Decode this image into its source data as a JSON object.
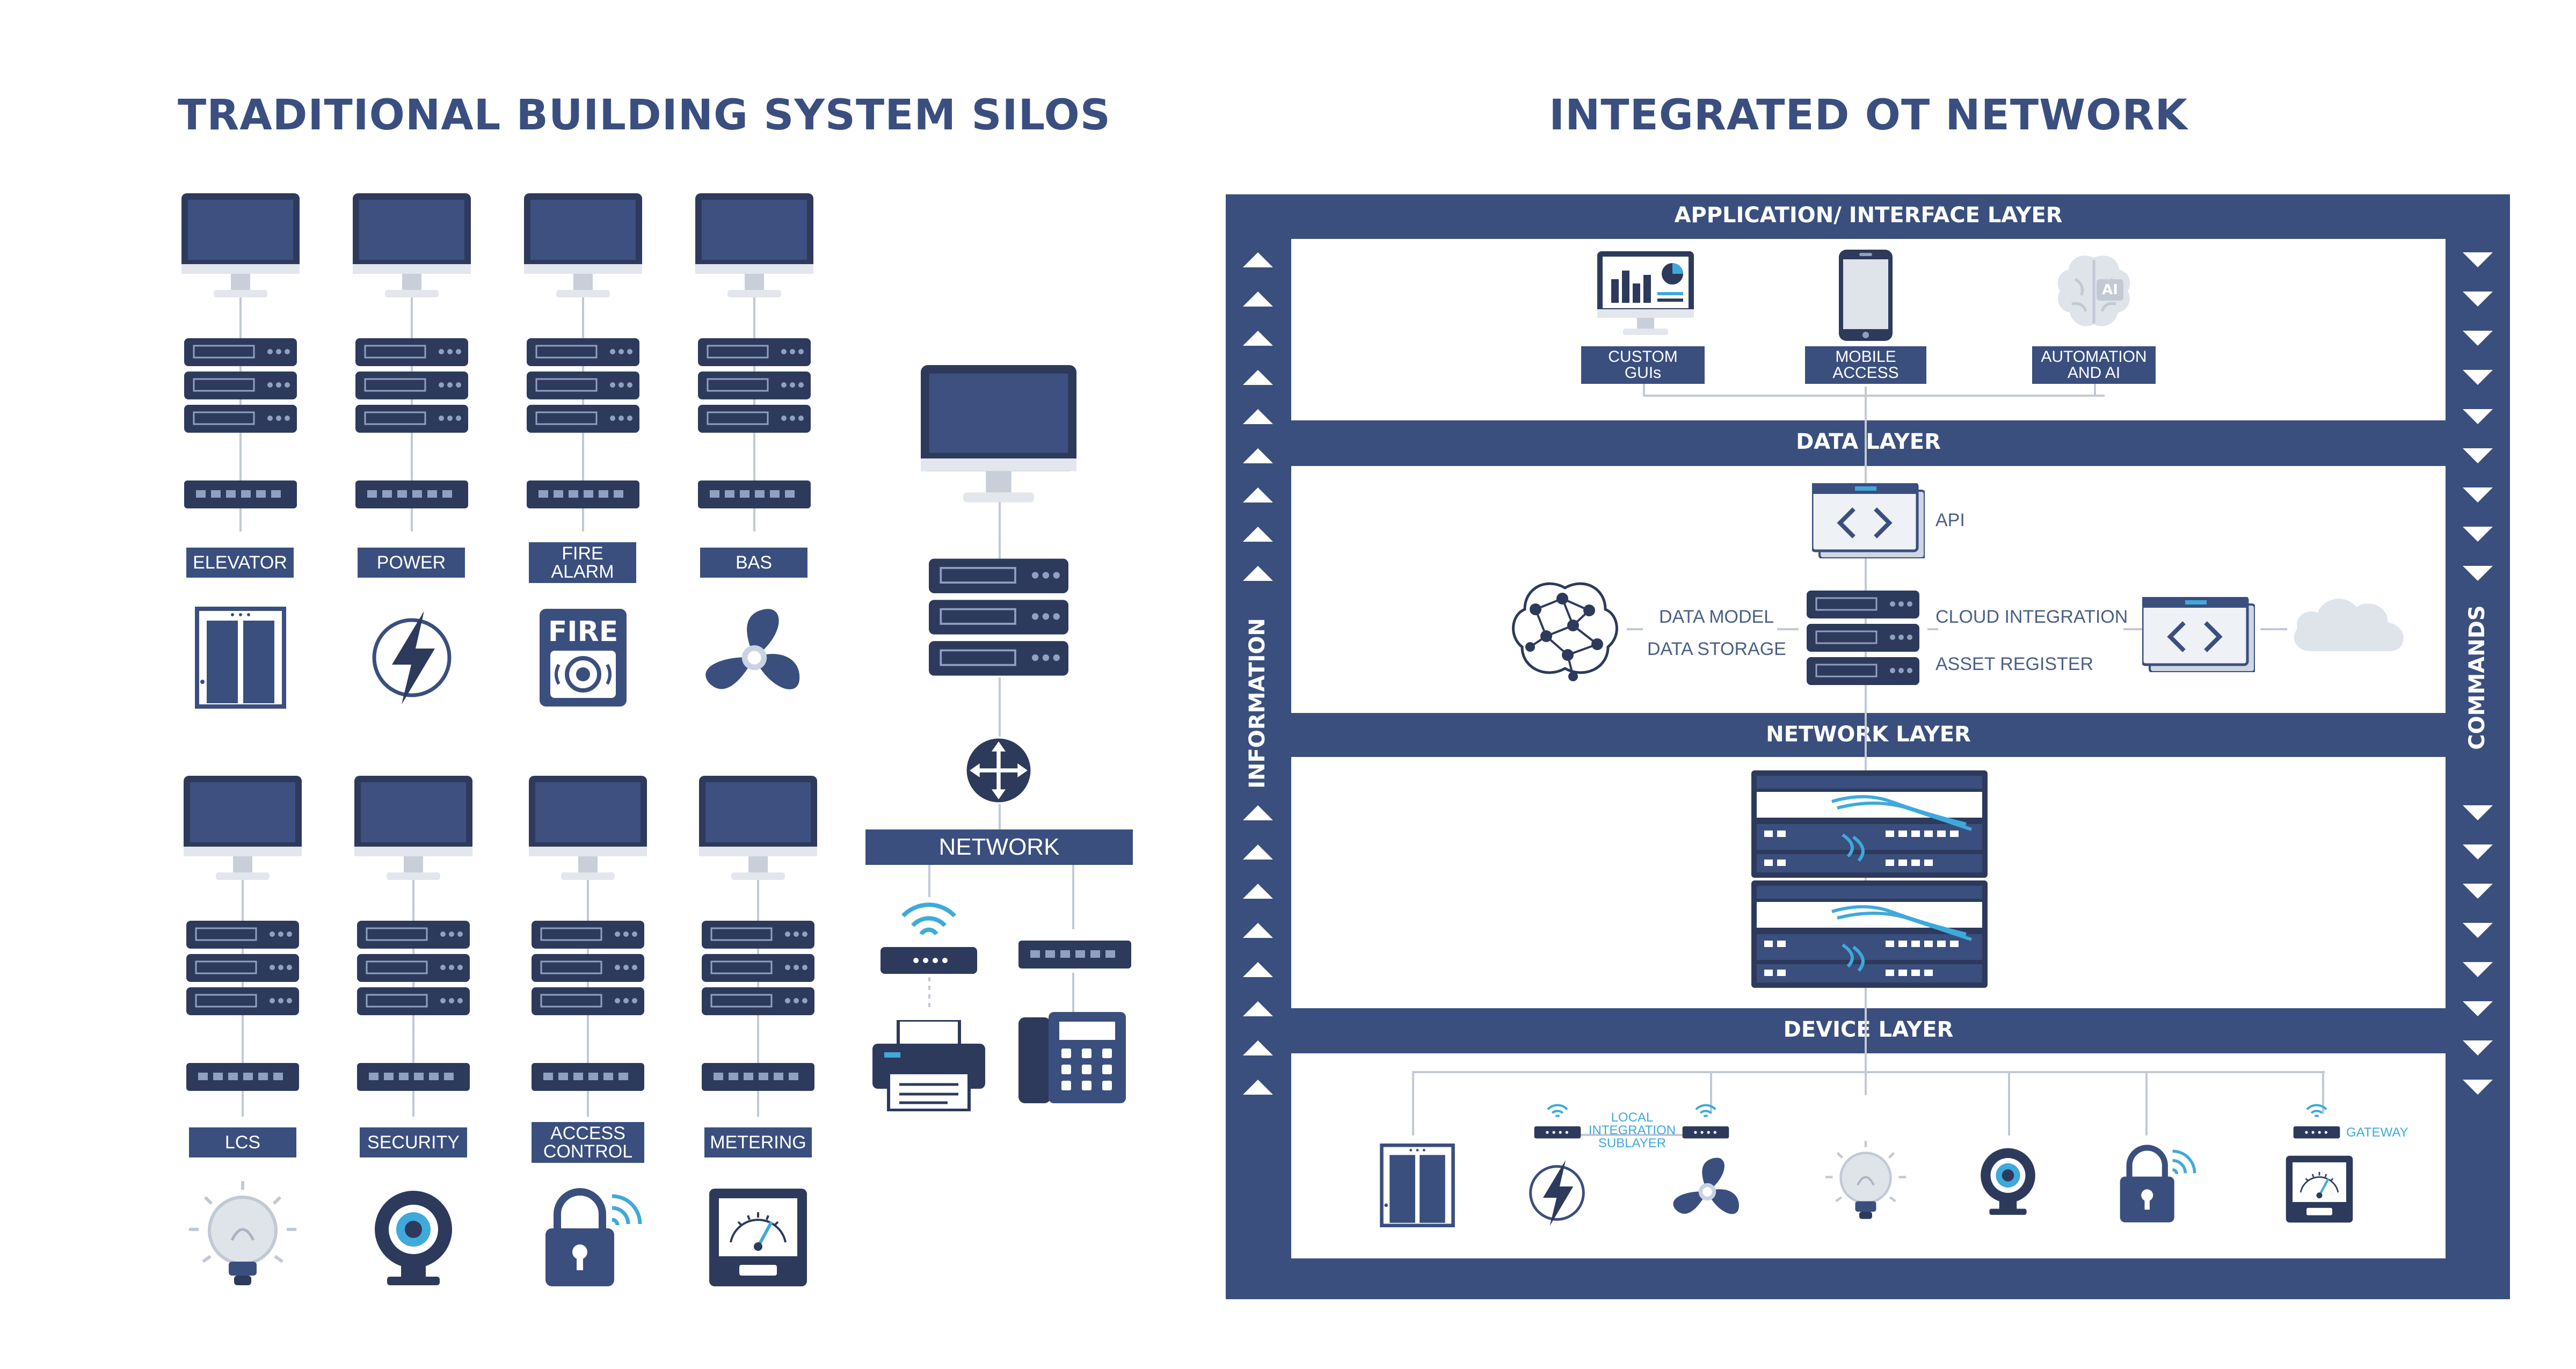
{
  "left": {
    "title": "TRADITIONAL BUILDING SYSTEM SILOS",
    "silos_top": [
      {
        "label": "ELEVATOR",
        "icon": "elevator-icon"
      },
      {
        "label": "POWER",
        "icon": "lightning-icon"
      },
      {
        "label": "FIRE ALARM",
        "icon": "fire-alarm-icon",
        "icon_text": "FIRE"
      },
      {
        "label": "BAS",
        "icon": "fan-icon"
      }
    ],
    "silos_bottom": [
      {
        "label": "LCS",
        "icon": "light-bulb-icon"
      },
      {
        "label": "SECURITY",
        "icon": "camera-icon"
      },
      {
        "label": "ACCESS CONTROL",
        "icon": "padlock-icon"
      },
      {
        "label": "METERING",
        "icon": "meter-icon"
      }
    ],
    "network": {
      "label": "NETWORK"
    }
  },
  "right": {
    "title": "INTEGRATED OT NETWORK",
    "side_left": "INFORMATION",
    "side_right": "COMMANDS",
    "layers": {
      "application": {
        "title": "APPLICATION/ INTERFACE LAYER",
        "items": [
          "CUSTOM GUIs",
          "MOBILE ACCESS",
          "AUTOMATION AND AI"
        ],
        "ai_badge": "AI"
      },
      "data": {
        "title": "DATA LAYER",
        "api": "API",
        "data_model": "DATA MODEL",
        "data_storage": "DATA STORAGE",
        "cloud_integration": "CLOUD INTEGRATION",
        "asset_register": "ASSET REGISTER"
      },
      "network": {
        "title": "NETWORK LAYER"
      },
      "device": {
        "title": "DEVICE LAYER",
        "local_integration": "LOCAL INTEGRATION SUBLAYER",
        "gateway": "GATEWAY"
      }
    }
  },
  "colors": {
    "navy": "#3a4f7e",
    "dark": "#2d3a5c",
    "light_blue": "#3fa9db",
    "grey": "#c2c9d4"
  }
}
